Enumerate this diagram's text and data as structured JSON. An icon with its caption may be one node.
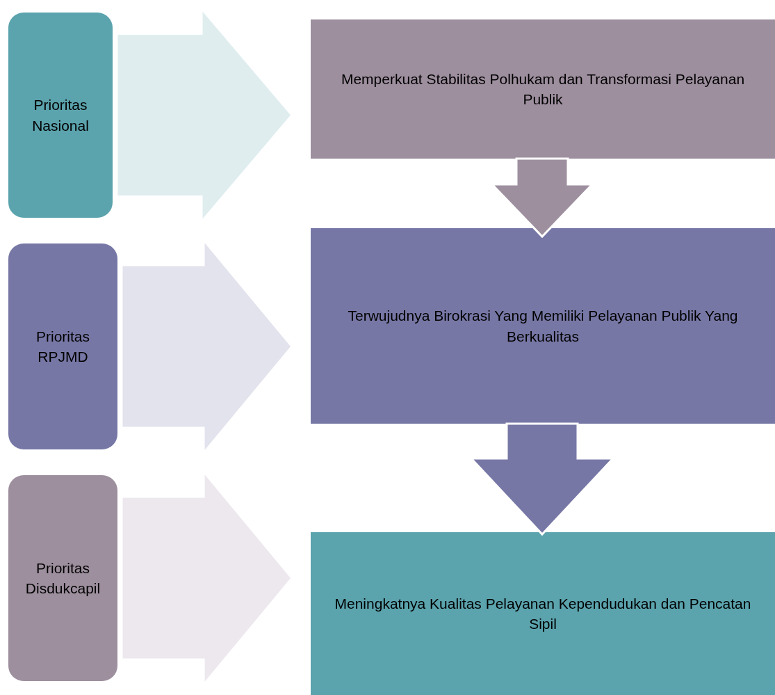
{
  "diagram": {
    "nodes": [
      {
        "text": [
          "Prioritas Nasional"
        ]
      },
      {
        "text": [
          "Prioritas RPJMD"
        ]
      },
      {
        "text": [
          "Prioritas Disdukcapil"
        ]
      },
      {
        "text": [
          "Memperkuat Stabilitas Polhukam dan Transformasi Pelayanan Publik"
        ]
      },
      {
        "text": [
          "Terwujudnya Birokrasi Yang Memiliki Pelayanan Publik Yang Berkualitas"
        ]
      },
      {
        "text": [
          "Meningkatnya Kualitas Pelayanan Kependudukan dan Pencatan Sipil"
        ]
      }
    ],
    "edges": [
      {
        "from": 0,
        "to": 3,
        "arrow": "to",
        "color": "#dfedef"
      },
      {
        "from": 1,
        "to": 4,
        "arrow": "to",
        "color": "#e3e3ee"
      },
      {
        "from": 2,
        "to": 5,
        "arrow": "to",
        "color": "#ede8ee"
      },
      {
        "from": 3,
        "to": 4,
        "arrow": "to",
        "color": "#9e8f9f"
      },
      {
        "from": 4,
        "to": 5,
        "arrow": "to",
        "color": "#7777a6"
      }
    ]
  }
}
